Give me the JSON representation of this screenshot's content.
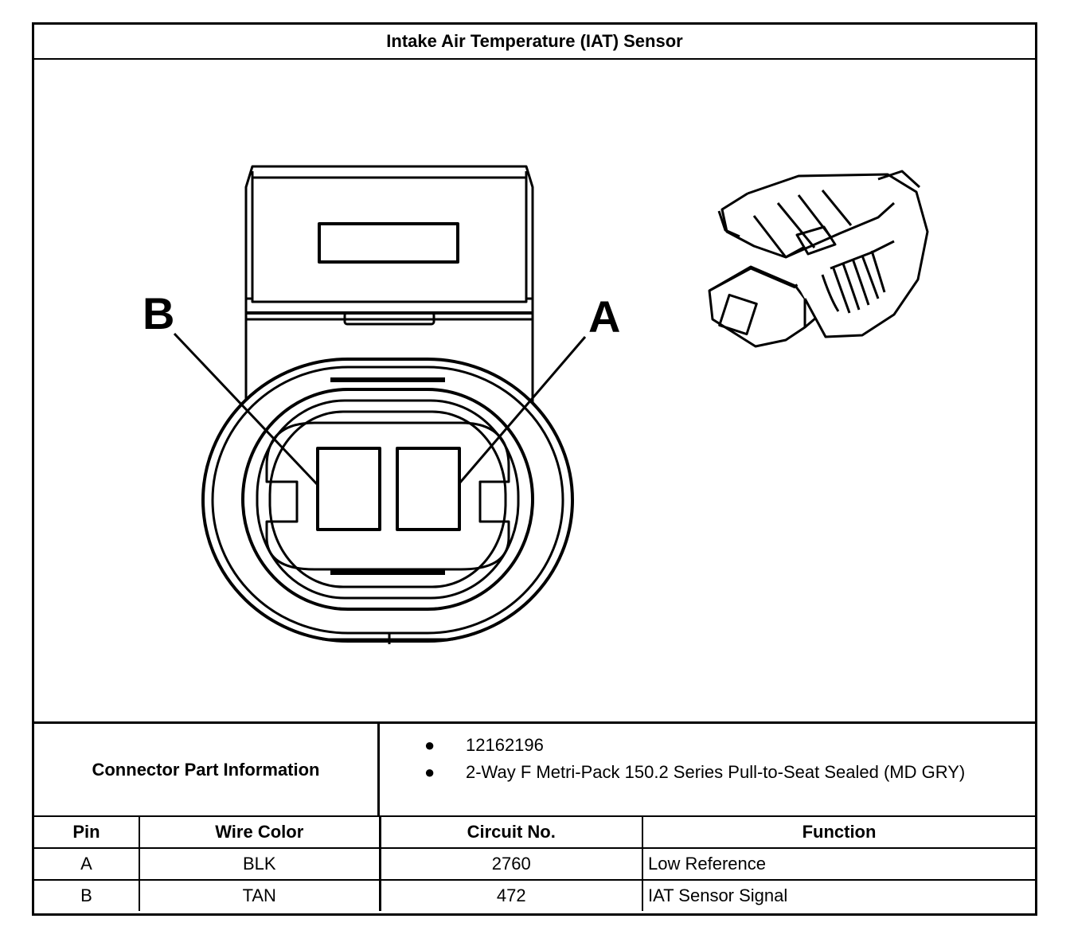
{
  "title": "Intake Air Temperature (IAT) Sensor",
  "figure": {
    "pin_labels": [
      "B",
      "A"
    ],
    "stroke_color": "#000000"
  },
  "connector_info": {
    "label": "Connector Part Information",
    "items": [
      "12162196",
      "2-Way F Metri-Pack 150.2 Series Pull-to-Seat Sealed (MD GRY)"
    ]
  },
  "pin_table": {
    "headers": [
      "Pin",
      "Wire Color",
      "Circuit No.",
      "Function"
    ],
    "rows": [
      [
        "A",
        "BLK",
        "2760",
        "Low Reference"
      ],
      [
        "B",
        "TAN",
        "472",
        "IAT Sensor Signal"
      ]
    ]
  }
}
